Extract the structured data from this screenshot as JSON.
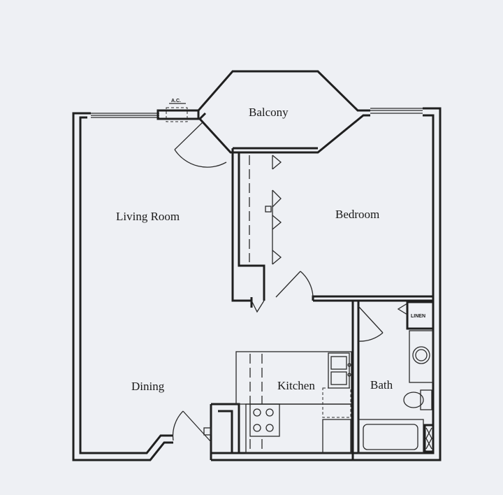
{
  "rooms": {
    "balcony": "Balcony",
    "living_room": "Living  Room",
    "bedroom": "Bedroom",
    "dining": "Dining",
    "kitchen": "Kitchen",
    "bath": "Bath"
  },
  "labels": {
    "ac": "A.C.",
    "linen": "LINEN"
  },
  "colors": {
    "paper": "#eef0f4",
    "ink": "#1f1f1f"
  }
}
